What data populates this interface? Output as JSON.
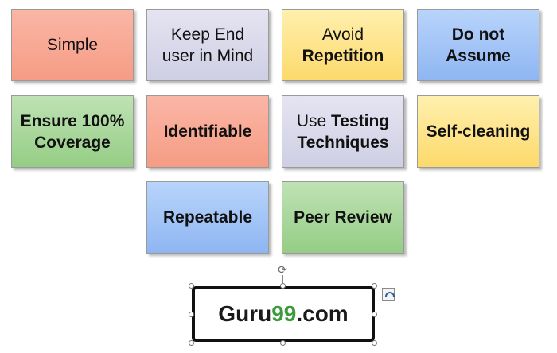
{
  "boxes": {
    "simple": {
      "text": "Simple"
    },
    "keep_end_user": {
      "line1": "Keep End",
      "line2": "user in Mind"
    },
    "avoid_repetition": {
      "normal": "Avoid",
      "bold_letter": "R",
      "rest": "epetition"
    },
    "do_not_assume": {
      "line1": "Do not",
      "line2": "Assume"
    },
    "ensure_coverage": {
      "line1": "Ensure 100%",
      "line2": "Coverage"
    },
    "identifiable": {
      "text": "Identifiable"
    },
    "use_testing_techniques": {
      "normal": "Use",
      "bold1": "Testing",
      "bold2": "Techniques"
    },
    "self_cleaning": {
      "text": "Self-cleaning"
    },
    "repeatable": {
      "text": "Repeatable"
    },
    "peer_review": {
      "text": "Peer Review"
    }
  },
  "logo": {
    "part1": "Guru",
    "part2": "99",
    "part3": ".com",
    "accent_color": "#3a9b3a"
  },
  "colors": {
    "red": "#f59c84",
    "lavender": "#cfcfe4",
    "yellow": "#fcd96b",
    "blue": "#8fb6f2",
    "green": "#95cd85"
  },
  "icons": {
    "rotate": "rotate-handle-icon",
    "layout": "layout-options-icon"
  }
}
